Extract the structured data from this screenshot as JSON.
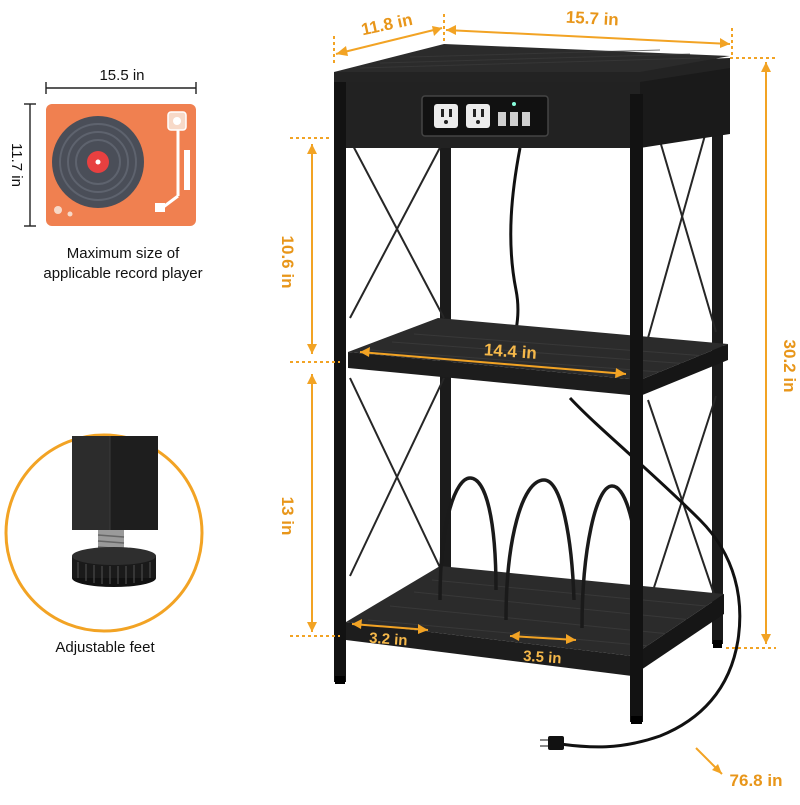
{
  "colors": {
    "accent": "#F2A324",
    "dim_text": "#E8961A",
    "record_player_body": "#F08050",
    "furniture": "#1C1C1C",
    "wood": "#2A2A2A",
    "shelf_dim_text": "#F5B84A"
  },
  "record_player": {
    "width_label": "15.5 in",
    "height_label": "11.7 in",
    "caption_line1": "Maximum size of",
    "caption_line2": "applicable record player"
  },
  "feet": {
    "caption": "Adjustable feet"
  },
  "dimensions": {
    "depth": "11.8 in",
    "width": "15.7 in",
    "upper_gap": "10.6 in",
    "lower_gap": "13 in",
    "total_height": "30.2 in",
    "shelf_width": "14.4 in",
    "divider_gap_side": "3.2 in",
    "divider_gap": "3.5 in",
    "cord_length": "76.8 in"
  },
  "icons": [
    "turntable-icon",
    "outlet-icon",
    "usb-port-icon",
    "plug-icon",
    "adjustable-foot-icon"
  ]
}
